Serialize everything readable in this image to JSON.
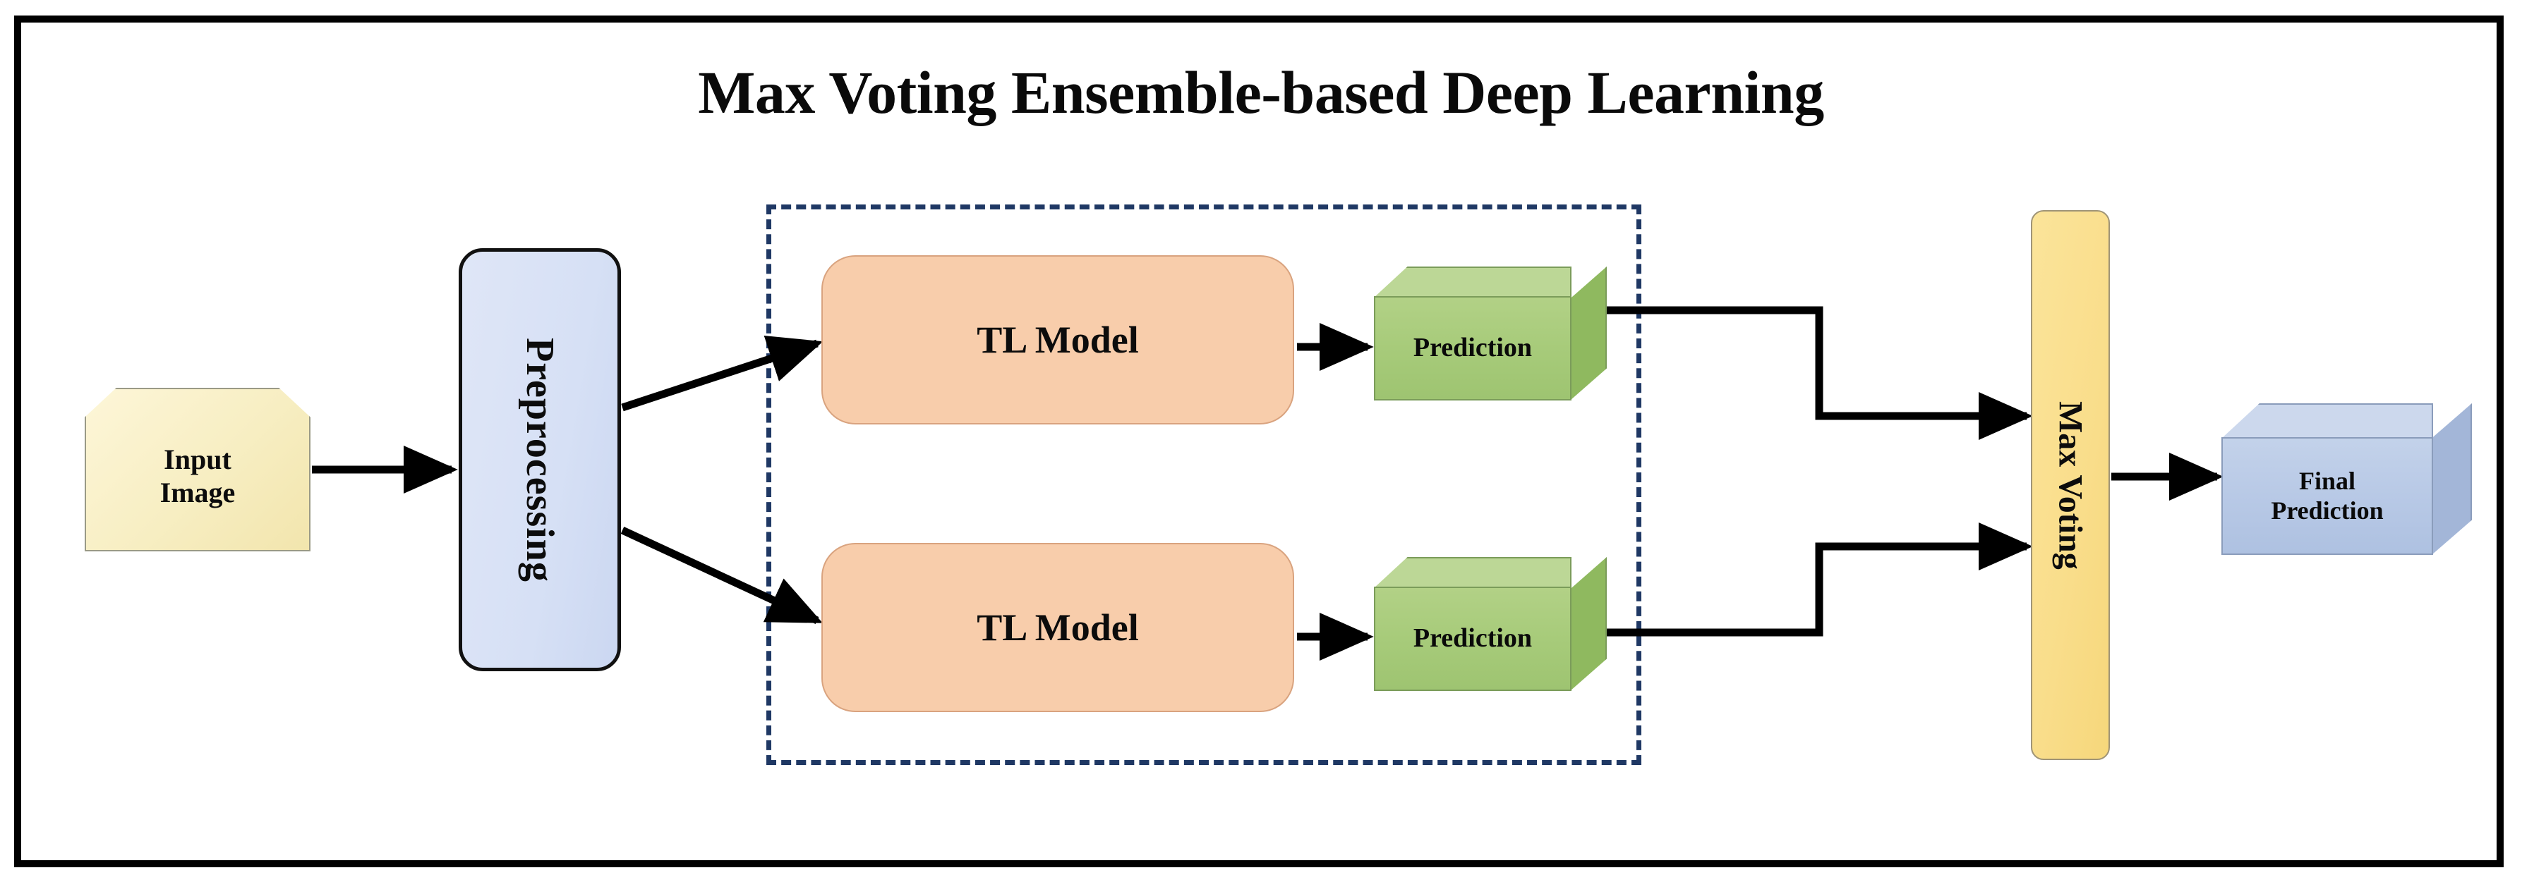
{
  "diagram": {
    "title": "Max Voting Ensemble-based Deep Learning",
    "frame": {
      "border_color": "#000000"
    },
    "colors": {
      "input_fill": "#f7eec2",
      "preprocessing_fill": "#d6e0f5",
      "tl_model_fill": "#f8cdab",
      "prediction_fill": "#a7cb7a",
      "max_voting_fill": "#f9dd8a",
      "final_prediction_fill": "#b8c9e6",
      "dashed_group_border": "#1f3864",
      "arrow_color": "#000000"
    },
    "nodes": {
      "input_image": {
        "label": "Input\nImage",
        "line1": "Input",
        "line2": "Image",
        "shape": "tag"
      },
      "preprocessing": {
        "label": "Preprocessing",
        "shape": "rounded-rect-vertical"
      },
      "tl_model_top": {
        "label": "TL Model",
        "shape": "rounded-rect"
      },
      "tl_model_bottom": {
        "label": "TL Model",
        "shape": "rounded-rect"
      },
      "prediction_top": {
        "label": "Prediction",
        "shape": "cube-3d"
      },
      "prediction_bottom": {
        "label": "Prediction",
        "shape": "cube-3d"
      },
      "max_voting": {
        "label": "Max Voting",
        "shape": "rounded-rect-vertical"
      },
      "final_prediction": {
        "line1": "Final",
        "line2": "Prediction",
        "shape": "cube-3d"
      }
    },
    "group": {
      "style": "dashed",
      "contains": [
        "tl_model_top",
        "tl_model_bottom",
        "prediction_top",
        "prediction_bottom"
      ]
    },
    "edges": [
      {
        "from": "input_image",
        "to": "preprocessing",
        "style": "straight"
      },
      {
        "from": "preprocessing",
        "to": "tl_model_top",
        "style": "diagonal"
      },
      {
        "from": "preprocessing",
        "to": "tl_model_bottom",
        "style": "diagonal"
      },
      {
        "from": "tl_model_top",
        "to": "prediction_top",
        "style": "straight"
      },
      {
        "from": "tl_model_bottom",
        "to": "prediction_bottom",
        "style": "straight"
      },
      {
        "from": "prediction_top",
        "to": "max_voting",
        "style": "orthogonal"
      },
      {
        "from": "prediction_bottom",
        "to": "max_voting",
        "style": "orthogonal"
      },
      {
        "from": "max_voting",
        "to": "final_prediction",
        "style": "straight"
      }
    ]
  }
}
